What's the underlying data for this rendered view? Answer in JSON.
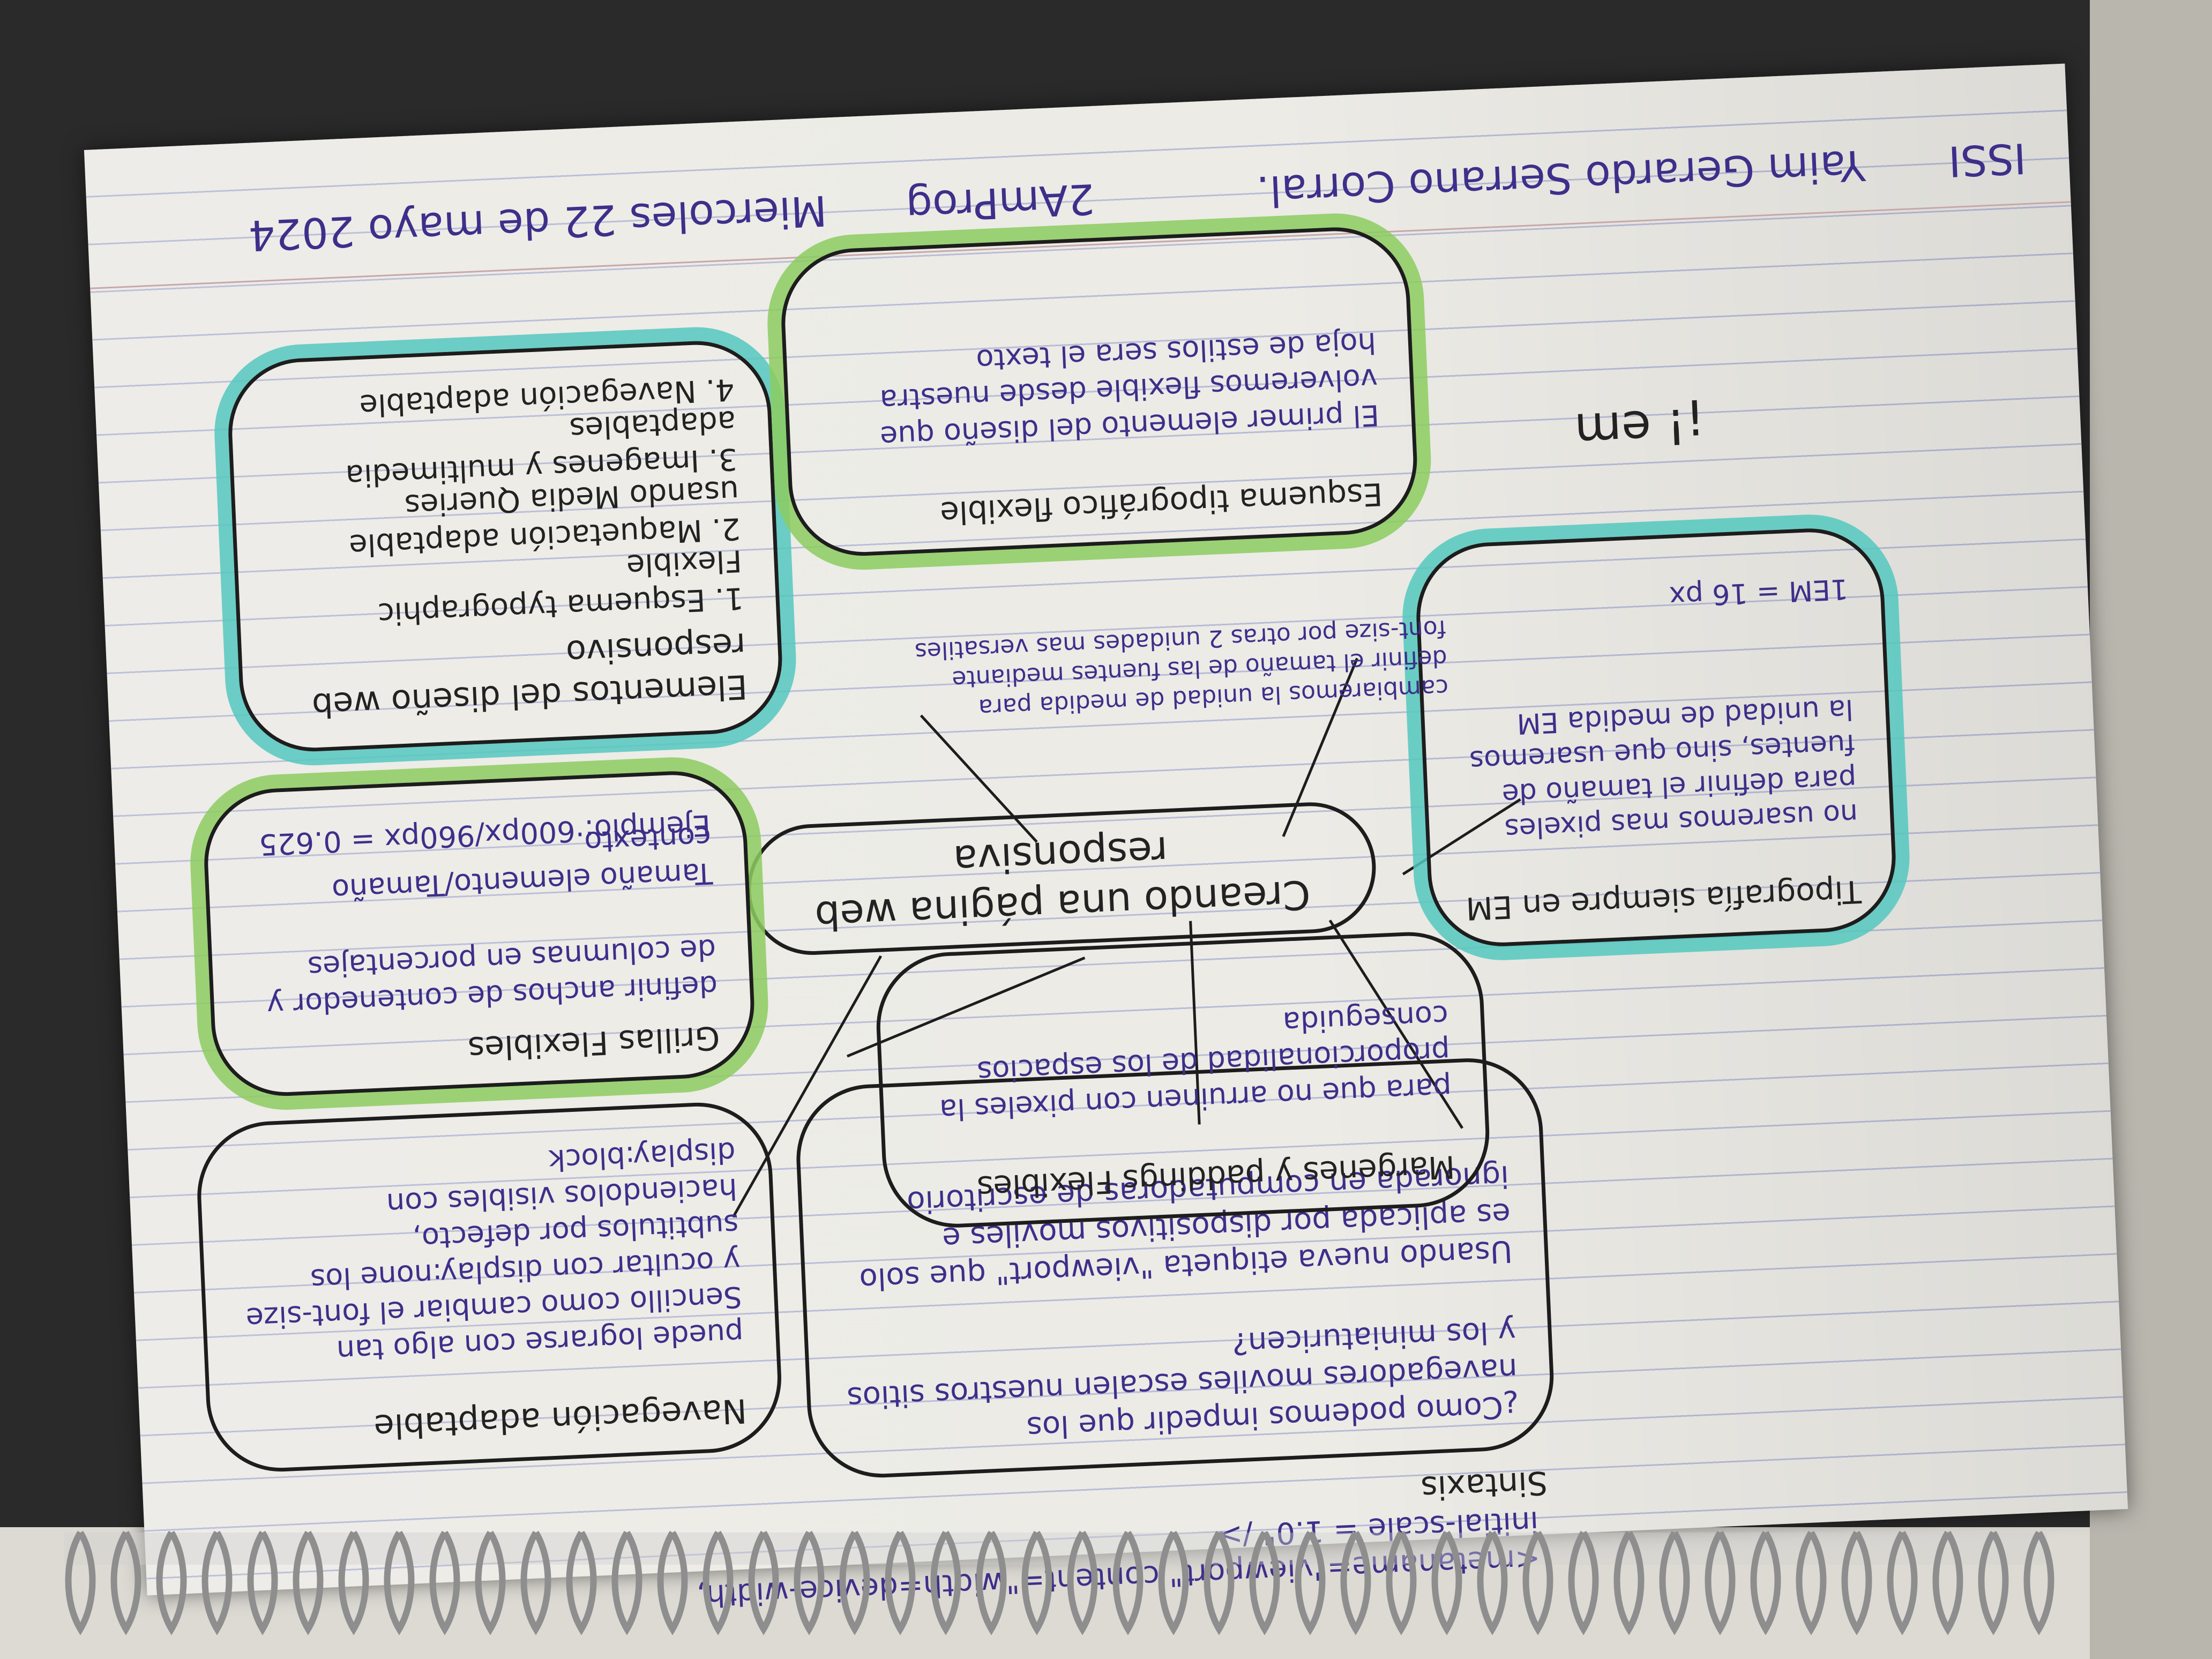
{
  "header": {
    "school": "ISSI",
    "author": "Yaim Gerardo Serrano Corral.",
    "group": "2AmProg",
    "date": "Miercoles 22 de mayo 2024"
  },
  "center": {
    "title": "Creando una página web responsiva"
  },
  "nodes": {
    "elements": {
      "title": "Elementos del diseño web responsivo",
      "items": [
        "1. Esquema typographic Flexible",
        "2. Maquetación adaptable usando Media Queries",
        "3. Imagenes y multimedia adaptables",
        "4. Navegación adaptable"
      ]
    },
    "grids": {
      "title": "Grillas Flexibles",
      "body": "definir anchos de contenedor y de columnas en porcentajes",
      "formula": "Tamaño elemento/Tamaño contexto.",
      "example": "Ejemplo: 600px/960px = 0.625"
    },
    "nav": {
      "title": "Navegación adaptable",
      "body": "puede lograrse con algo tan Sencillo como cambiar el font-size y ocultar con display:none los subtitulos por defecto, haciendolos visibles con display:block"
    },
    "viewport": {
      "question": "¿Como podemos impedir que los navegadores moviles escalen nuestros sitios y los miniaturicen?",
      "answer": "Usando nueva etiqueta \"viewport\" que solo es aplicada por dispositivos moviles e ignorada en computadoras de escritorio",
      "syntax_label": "Sintaxis",
      "syntax_line1": "<metaname=\"viewport\" content=\"width=device-width,",
      "syntax_line2": "initial-scale = 1.0\" />"
    },
    "margins": {
      "title": "Margenes y paddings Flexibles",
      "body": "para que no arruinen con pixeles la proporcionalidad de los espacios conseguida"
    },
    "typography": {
      "title": "Tipografía siempre en EM",
      "body": "no usaremos mas pixeles para definir el tamaño de fuentes, sino que usaremos la unidad de medida EM",
      "equation": "1EM = 16 px",
      "note": "cambiaremos la unidad de medida para definir el tamaño de las fuentes mediante font-size por otras 2 unidades mas versatiles"
    },
    "schema": {
      "title": "Esquema tipográfico flexible",
      "body": "El primer elemento del diseño que volveremos flexible desde nuestra hoja de estilos sera el texto"
    },
    "doodle": {
      "text": "¡! em"
    }
  },
  "colors": {
    "ink_blue": "#3d2f8a",
    "ink_black": "#1d1d1d",
    "highlight_teal": "#54c8be",
    "highlight_green": "#8ccd5f",
    "paper": "#ecebe6"
  }
}
